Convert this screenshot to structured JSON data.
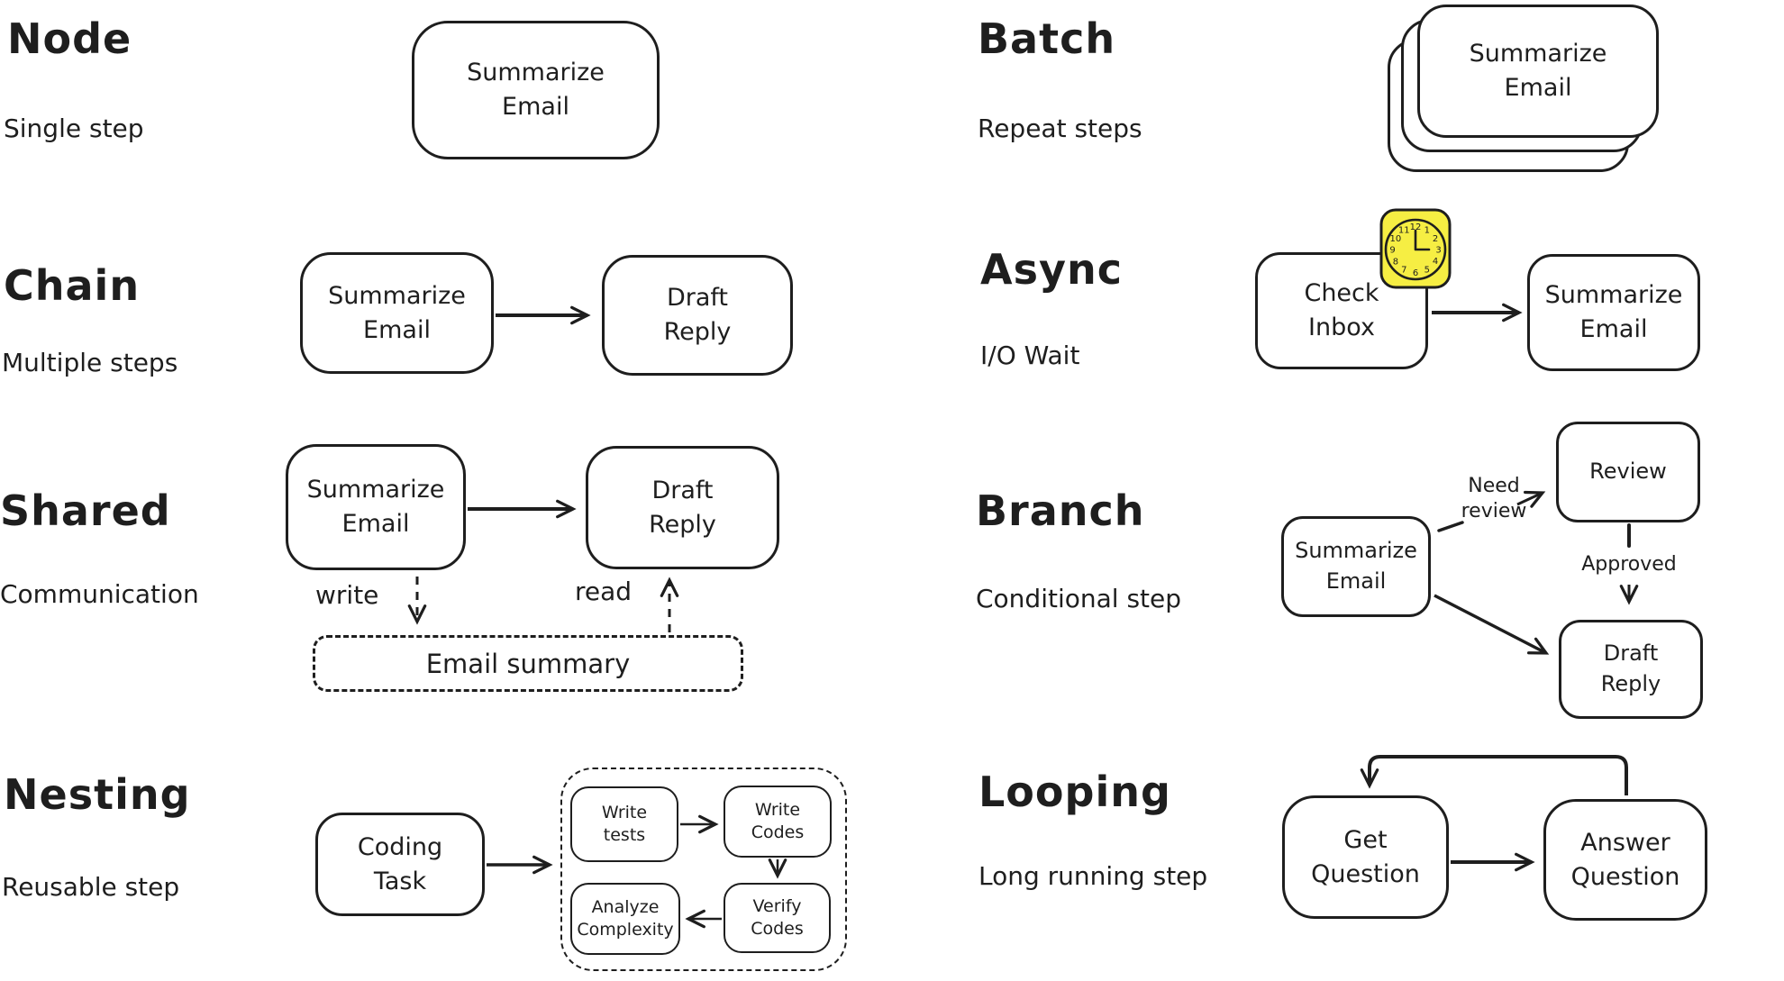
{
  "page": {
    "background_color": "#ffffff",
    "ink_color": "#1e1e1e",
    "clock_color": "#f6ee43"
  },
  "sections": {
    "node": {
      "title": "Node",
      "subtitle": "Single step",
      "box": "Summarize\nEmail"
    },
    "chain": {
      "title": "Chain",
      "subtitle": "Multiple steps",
      "box1": "Summarize\nEmail",
      "box2": "Draft\nReply"
    },
    "shared": {
      "title": "Shared",
      "subtitle": "Communication",
      "box1": "Summarize\nEmail",
      "box2": "Draft\nReply",
      "write_label": "write",
      "read_label": "read",
      "store_label": "Email summary"
    },
    "nesting": {
      "title": "Nesting",
      "subtitle": "Reusable step",
      "box": "Coding\nTask",
      "inner1": "Write\ntests",
      "inner2": "Write\nCodes",
      "inner3": "Verify\nCodes",
      "inner4": "Analyze\nComplexity"
    },
    "batch": {
      "title": "Batch",
      "subtitle": "Repeat steps",
      "box": "Summarize\nEmail"
    },
    "async": {
      "title": "Async",
      "subtitle": "I/O Wait",
      "box1": "Check\nInbox",
      "box2": "Summarize\nEmail",
      "clock_numbers": [
        "12",
        "1",
        "2",
        "3",
        "4",
        "5",
        "6",
        "7",
        "8",
        "9",
        "10",
        "11"
      ]
    },
    "branch": {
      "title": "Branch",
      "subtitle": "Conditional step",
      "box1": "Summarize\nEmail",
      "box2": "Review",
      "box3": "Draft\nReply",
      "edge_need_review": "Need\nreview",
      "edge_approved": "Approved"
    },
    "looping": {
      "title": "Looping",
      "subtitle": "Long running step",
      "box1": "Get\nQuestion",
      "box2": "Answer\nQuestion"
    }
  }
}
